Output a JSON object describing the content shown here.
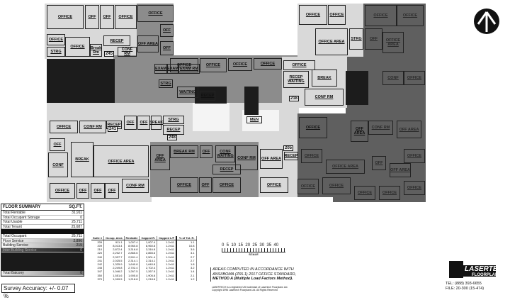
{
  "plan": {
    "rooms": [
      "OFFICE",
      "OFF",
      "OFF",
      "OFFICE",
      "OFFICE",
      "STRG",
      "OFFICE",
      "Break Rm",
      "RECEP",
      "CONF RM",
      "OFFICE",
      "OFF AREA",
      "OFF",
      "OFF",
      "OFFICE",
      "OFFICE",
      "EXAM",
      "EXAM",
      "EXAM RM",
      "STRG",
      "WAITING",
      "RECEP",
      "OFFICE",
      "OFFICE",
      "OFFICE",
      "OFFICE",
      "OFFICE AREA",
      "STRG",
      "OFFICE",
      "OFFICE",
      "OFF",
      "OFFICE AREA",
      "CONF",
      "OFFICE",
      "OFFICE",
      "RECEP WAITING",
      "BREAK",
      "CONF RM",
      "MEN",
      "OFFICE",
      "CONF RM",
      "RECEP",
      "OFF",
      "OFF",
      "BREAK",
      "STRG",
      "RECEP",
      "OFF",
      "CONF",
      "BREAK",
      "OFFICE AREA",
      "OFFICE",
      "OFF",
      "OFF",
      "OFF",
      "CONF RM",
      "OFF AREA",
      "BREAK RM",
      "OFF",
      "CONF WAITING",
      "RECEP",
      "CONF RM",
      "OFFICE",
      "OFF",
      "OFFICE",
      "OFF AREA",
      "RECEP",
      "OFFICE",
      "OFFICE",
      "OFF AREA",
      "CONF RM",
      "OFF AREA",
      "OFFICE",
      "OFFICE AREA",
      "OFF",
      "OFF AREA",
      "OFFICE",
      "OFFICE",
      "OFFICE",
      "OFFICE",
      "OFFICE",
      "OFFICE"
    ],
    "tags": [
      "245",
      "218",
      "241",
      "248",
      "205"
    ]
  },
  "floor_summary": {
    "title": "FLOOR SUMMARY",
    "unit": "SQ.FT.",
    "rows1": [
      {
        "label": "Total Rentable",
        "value": "31,911"
      },
      {
        "label": "Total Occupant Storage",
        "value": "0"
      }
    ],
    "rows2": [
      {
        "label": "Total Usable",
        "value": "25,711"
      },
      {
        "label": "Total Tenant",
        "value": "25,687"
      }
    ],
    "rows3": [
      {
        "label": "Total Occupant",
        "value": "25,711"
      },
      {
        "label": "Floor Service",
        "value": "2,896"
      },
      {
        "label": "Building Service",
        "value": "215"
      },
      {
        "label": "Inter-Building Service",
        "value": "0"
      }
    ],
    "footer": "Total Balcony",
    "footer_value": "0"
  },
  "survey": {
    "label": "Survey Accuracy:",
    "value": "+/- 0.07 %"
  },
  "suite_table": {
    "headers": [
      "Suite #",
      "Occup. Area",
      "Rentable",
      "Capped R.",
      "Capped L/F",
      "% of Tot. R."
    ],
    "rows": [
      [
        "205",
        "911.1",
        "1,007.4",
        "1,007.4",
        "1.2n11",
        "1.1"
      ],
      [
        "209",
        "8,013.4",
        "8,960.8",
        "8,960.8",
        "1.2n11",
        "10.8"
      ],
      [
        "210",
        "2,872.4",
        "3,316.8",
        "3,316.8",
        "1.2n11",
        "3.6"
      ],
      [
        "220",
        "2,202.7",
        "2,865.6",
        "2,865.6",
        "1.2n11",
        "3.1"
      ],
      [
        "240",
        "2,337.7",
        "2,501.4",
        "2,501.4",
        "1.2n11",
        "2.7"
      ],
      [
        "241",
        "2,025.5",
        "2,314.1",
        "2,314.1",
        "1.2n11",
        "2.7"
      ],
      [
        "242",
        "1,325.9",
        "1,640.8",
        "1,640.8",
        "1.2n11",
        "1.8"
      ],
      [
        "245",
        "2,249.8",
        "2,702.4",
        "2,702.4",
        "1.2n11",
        "3.2"
      ],
      [
        "347",
        "1,046.2",
        "1,267.5",
        "1,267.5",
        "1.2n11",
        "1.4"
      ],
      [
        "350",
        "1,551.6",
        "1,905.8",
        "1,905.8",
        "1.2n11",
        "2.1"
      ],
      [
        "370",
        "1,099.5",
        "1,218.8",
        "1,218.8",
        "1.2n11",
        "1.2"
      ]
    ]
  },
  "scale": {
    "ticks": "0  5  10  15  20  25  30  35  40",
    "label": "SCALE"
  },
  "notes": {
    "line1": "AREAS COMPUTED IN ACCORDANCE WITH",
    "line2": "ANSI/BOMA (Z65.1) 2017 OFFICE STANDARD,",
    "line3": "METHOD A (Multiple Load Factors Method).",
    "legal1": "LASERTECH is a registered US trademark of Lasertech Floorplans Ltd.",
    "legal2": "Copyright 1996 Lasertech Floorplans Ltd. All Rights Reserved"
  },
  "logo": {
    "name": "LASERTECH",
    "sub": "FLOORPLANS"
  },
  "contact": {
    "tel": "TEL:  (888) 393-6655",
    "file": "FILE:  20-300 (15-474)"
  }
}
